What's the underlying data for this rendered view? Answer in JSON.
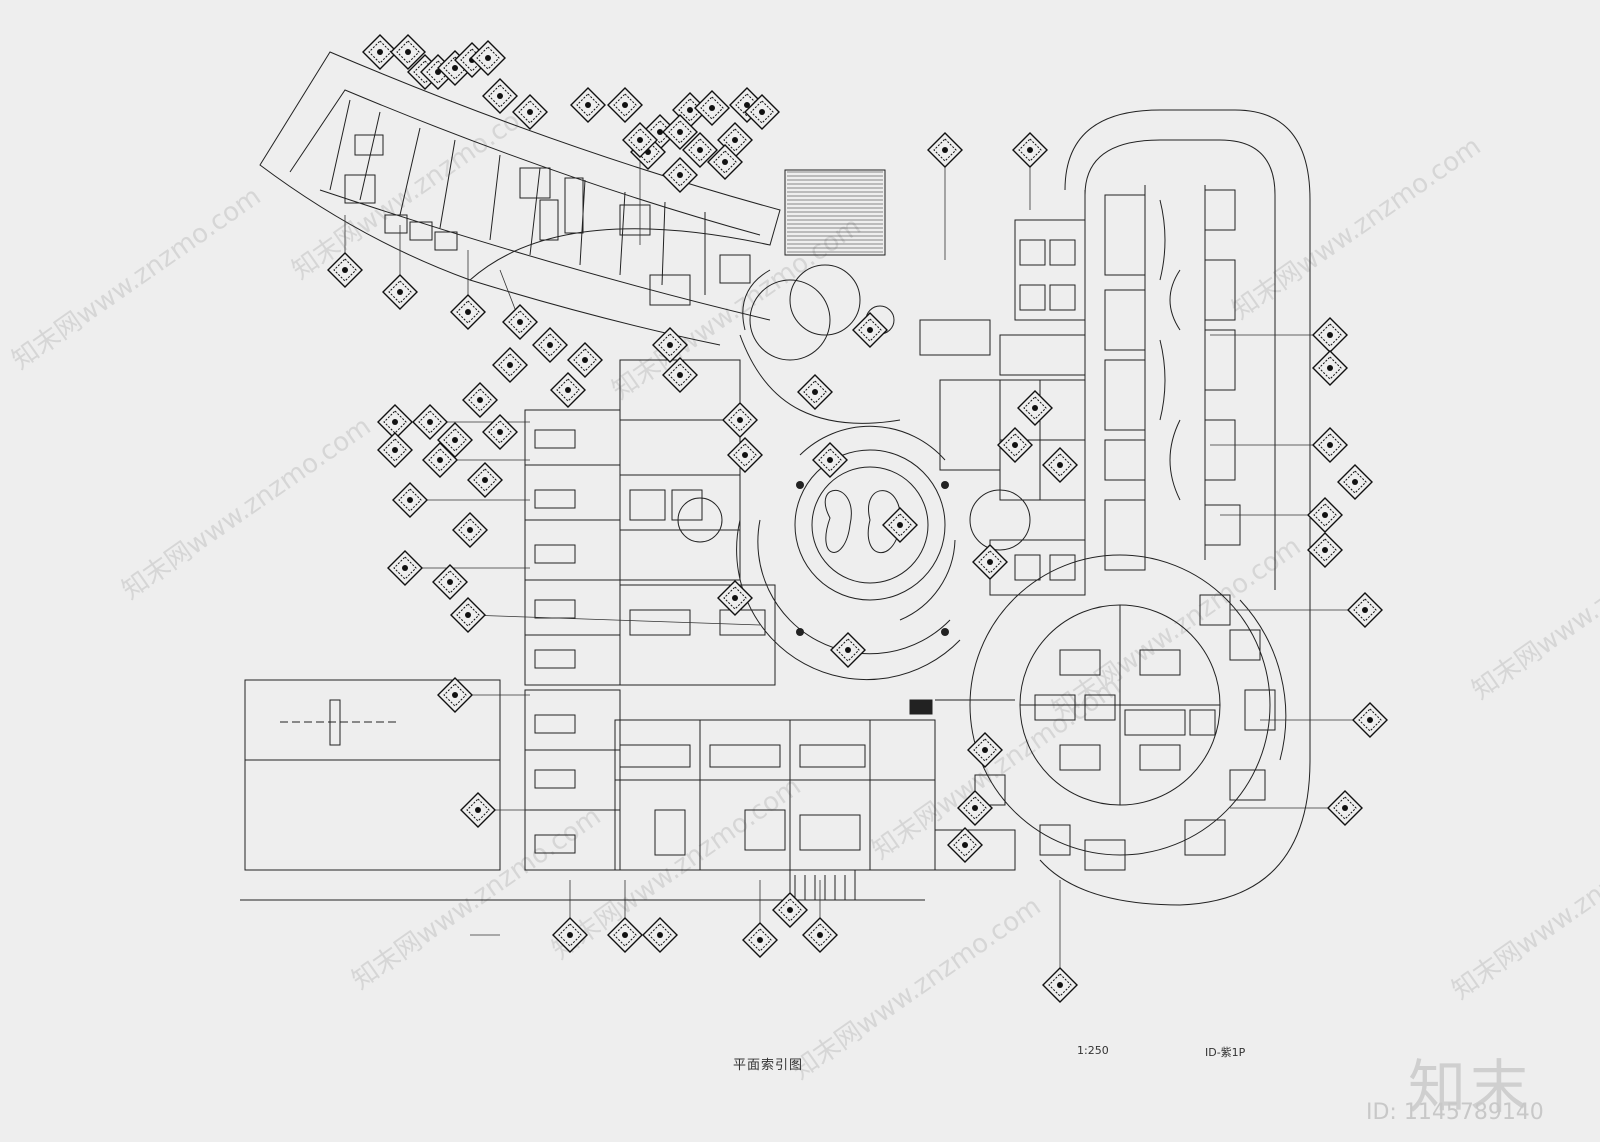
{
  "drawing": {
    "title": "平面索引图",
    "scale": "1:250",
    "sheet_code": "ID-紫1P",
    "stroke_color": "#222222",
    "background_color": "#eeeeee"
  },
  "branding": {
    "logo_text": "知末",
    "id_label": "ID: 1145789140",
    "watermark_text": "知末网www.znzmo.com",
    "watermark_color": "#d6d6d6"
  },
  "symbols": {
    "index_marker_icon": "diamond-index-symbol",
    "column_icon": "filled-column-dot"
  }
}
